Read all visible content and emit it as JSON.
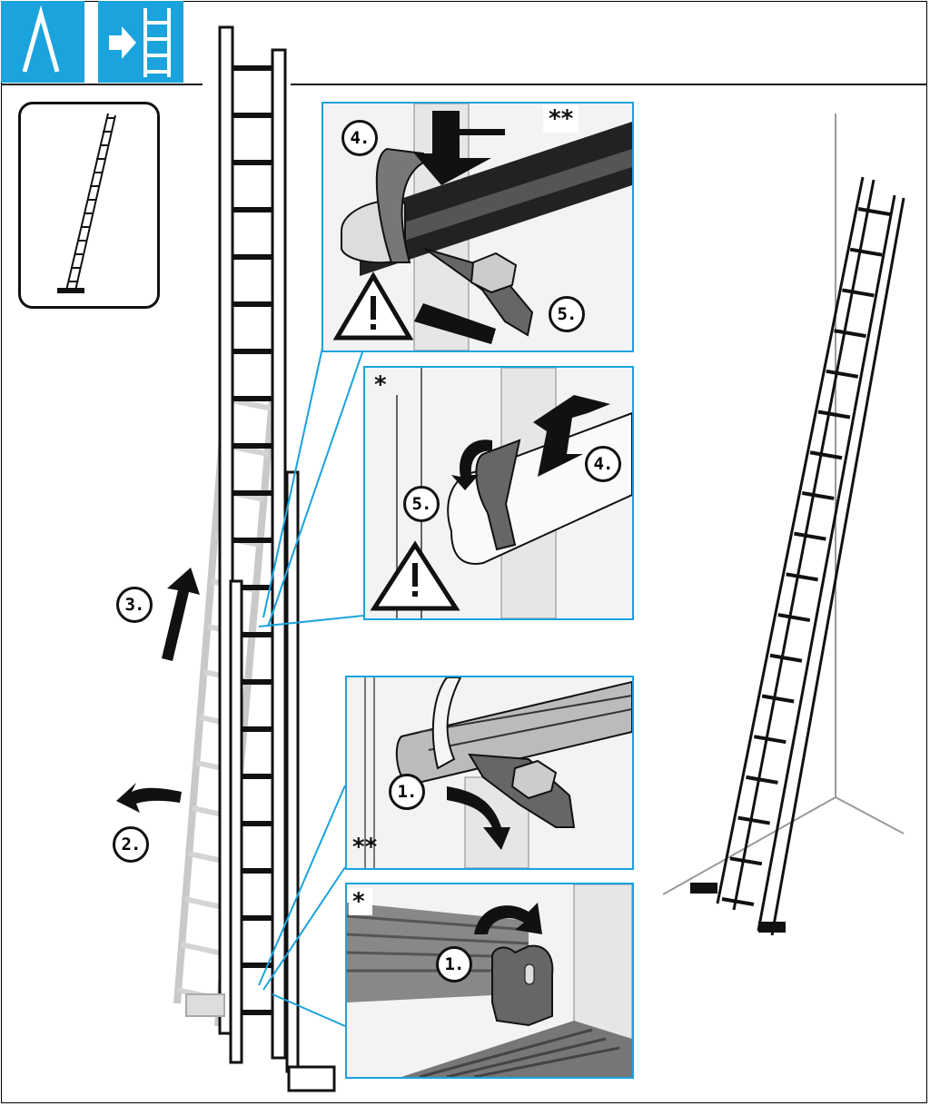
{
  "colors": {
    "accent": "#1aa3dc",
    "ink": "#111111",
    "ladder_ghost": "#c9c9c9"
  },
  "header": {
    "icons": [
      {
        "name": "a-frame-ladder-icon"
      },
      {
        "name": "extend-to-straight-ladder-icon"
      }
    ]
  },
  "panels": {
    "top_detail": {
      "asterisks": "**",
      "steps": [
        "4.",
        "5."
      ]
    },
    "middle_detail": {
      "asterisks": "*",
      "steps": [
        "4.",
        "5."
      ]
    },
    "lower_detail": {
      "steps": [
        "1."
      ]
    },
    "bottom_detail": {
      "asterisks": "*",
      "steps": [
        "1."
      ]
    }
  },
  "callout_lower_label": "**",
  "main_steps": {
    "raise": "3.",
    "swing": "2."
  }
}
